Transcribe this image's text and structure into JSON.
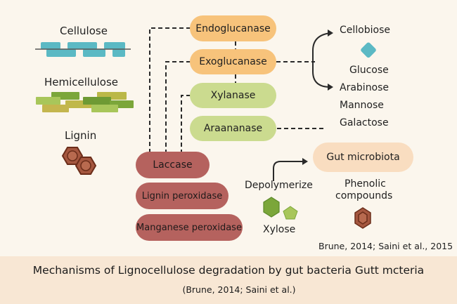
{
  "substrates": {
    "cellulose": "Cellulose",
    "hemicellulose": "Hemicellulose",
    "lignin": "Lignin"
  },
  "enzymes": {
    "cellulases": [
      "Endoglucanase",
      "Exoglucanase"
    ],
    "hemicellulases": [
      "Xylanase",
      "Araananase"
    ],
    "ligninases": [
      "Laccase",
      "Lignin peroxidase",
      "Manganese peroxidase"
    ]
  },
  "products": {
    "sugars": [
      "Cellobiose",
      "Glucose",
      "Arabinose",
      "Mannose",
      "Galactose"
    ],
    "gut_microbiota": "Gut microbiota",
    "depolymerize": "Depolymerize",
    "xylose": "Xylose",
    "phenolic_line1": "Phenolic",
    "phenolic_line2": "compounds"
  },
  "citation": "Brune, 2014; Saini et al., 2015",
  "footer": {
    "title": "Mechanisms of Lignocellulose degradation by gut bacteria Gutt mcteria",
    "subtitle": "(Brune, 2014; Saini et al.)"
  },
  "colors": {
    "cellulase": "#f7c37b",
    "hemicellulase": "#cbdb8f",
    "ligninase": "#b5625e",
    "microbiota": "#f9ddc0",
    "cellulose": "#5bb9c4",
    "lignin": "#a5573f"
  }
}
